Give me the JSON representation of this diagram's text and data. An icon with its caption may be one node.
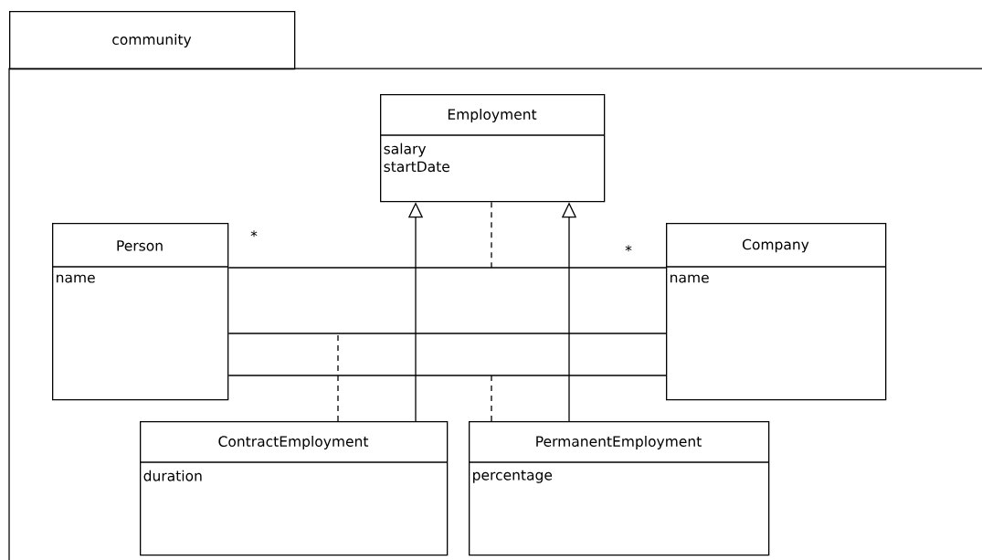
{
  "diagram": {
    "nodes": [
      {
        "text": [
          "community"
        ]
      },
      {
        "text": [
          "Employment",
          "salary",
          "startDate"
        ],
        "in": 0
      },
      {
        "text": [
          "Person",
          "name"
        ],
        "in": 0
      },
      {
        "text": [
          "Company",
          "name"
        ],
        "in": 0
      },
      {
        "text": [
          "ContractEmployment",
          "duration"
        ],
        "in": 0
      },
      {
        "text": [
          "PermanentEmployment",
          "percentage"
        ],
        "in": 0
      }
    ],
    "edges": [
      {
        "from": 2,
        "to": 3,
        "arrow": "none"
      },
      {
        "from": 2,
        "to": 3,
        "arrow": "none"
      },
      {
        "from": 2,
        "to": 3,
        "arrow": "none"
      },
      {
        "from": 1,
        "to": null,
        "arrow": "none",
        "style": "dashed"
      },
      {
        "from": 4,
        "to": null,
        "arrow": "none",
        "style": "dashed"
      },
      {
        "from": 5,
        "to": null,
        "arrow": "none",
        "style": "dashed"
      },
      {
        "from": 4,
        "to": 1,
        "arrow": "to"
      },
      {
        "from": 5,
        "to": 1,
        "arrow": "to"
      }
    ],
    "labels": [
      "*",
      "*"
    ]
  }
}
